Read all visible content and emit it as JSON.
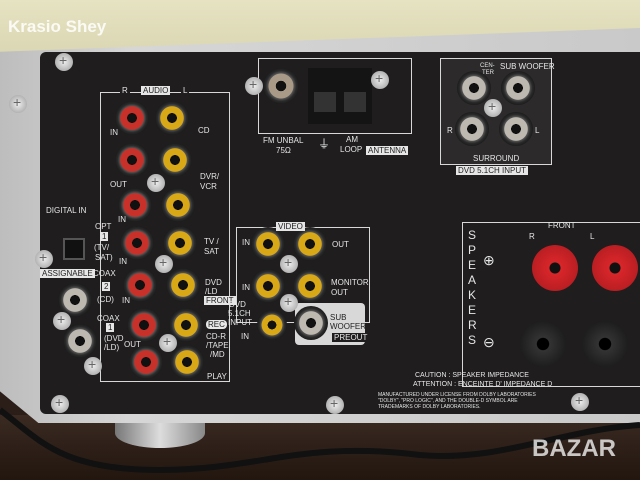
{
  "watermarks": {
    "top_left": "Krasio Shey",
    "bottom_right": "BAZAR"
  },
  "antenna": {
    "fm": "FM UNBAL",
    "fm_ohm": "75Ω",
    "ground": "⏚",
    "am": "AM",
    "am_loop": "LOOP",
    "title": "ANTENNA"
  },
  "audio": {
    "r": "R",
    "title": "AUDIO",
    "l": "L",
    "in": "IN",
    "cd": "CD",
    "out": "OUT",
    "dvr": "DVR/",
    "vcr": "VCR",
    "in2": "IN",
    "tv": "TV /",
    "sat": "SAT",
    "in3": "IN",
    "dvd": "DVD",
    "ld": "/LD",
    "front": "FRONT",
    "in4": "IN",
    "rec": "REC",
    "cdr": "CD-R",
    "tape": "/TAPE",
    "md": "/MD",
    "out2": "OUT",
    "play": "PLAY"
  },
  "video": {
    "title": "VIDEO",
    "in": "IN",
    "out": "OUT",
    "in2": "IN",
    "monitor": "MONITOR",
    "monitor_out": "OUT",
    "dvd51": "DVD",
    "dvd51b": "5.1CH",
    "dvd51c": "INPUT",
    "in3": "IN",
    "sub": "SUB",
    "woofer": "WOOFER",
    "preout": "PREOUT"
  },
  "digital": {
    "title": "DIGITAL IN",
    "opt": "OPT",
    "opt_num": "1",
    "opt_src": "(TV/",
    "opt_src2": "SAT)",
    "assignable": "ASSIGNABLE",
    "coax2": "COAX",
    "coax2_num": "2",
    "coax2_src": "(CD)",
    "coax1": "COAX",
    "coax1_num": "1",
    "coax1_src": "(DVD",
    "coax1_src2": "/LD)"
  },
  "dvd51_block": {
    "center": "CEN-",
    "center2": "TER",
    "sub": "SUB WOOFER",
    "r": "R",
    "l": "L",
    "surround": "SURROUND",
    "title": "DVD 5.1CH INPUT"
  },
  "speakers": {
    "title": "SPEAKERS",
    "front": "FRONT",
    "r": "R",
    "l": "L",
    "plus": "⊕",
    "minus": "⊖",
    "caution": "CAUTION : SPEAKER IMPEDANCE",
    "attention": "ATTENTION : ENCEINTE D' IMPEDANCE D"
  },
  "dolby": [
    "MANUFACTURED UNDER LICENSE FROM DOLBY LABORATORIES",
    "\"DOLBY\", \"PRO LOGIC\", AND THE DOUBLE-D SYMBOL ARE",
    "TRADEMARKS OF DOLBY LABORATORIES."
  ],
  "colors": {
    "panel": "#1f1d1e",
    "red_jack": "#c8302a",
    "yellow_jack": "#d9a816",
    "white_jack": "#bdb9b0",
    "speaker_red": "#d8262a"
  }
}
